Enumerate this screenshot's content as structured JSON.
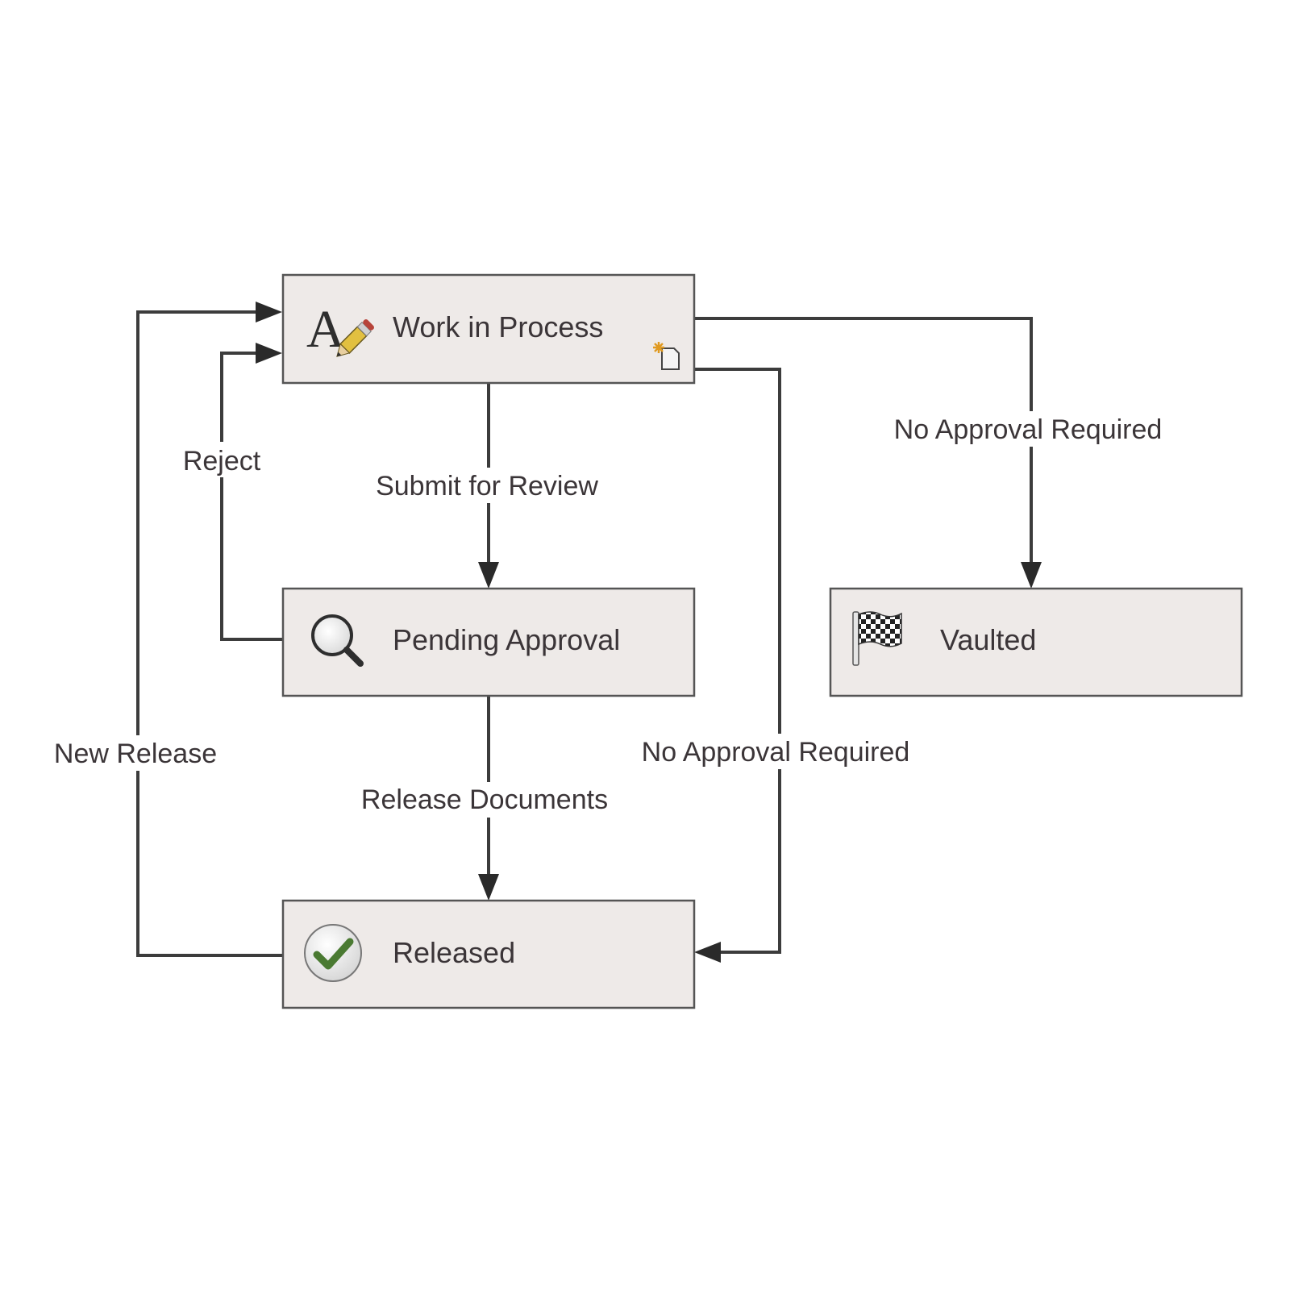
{
  "diagram": {
    "type": "state-workflow",
    "states": {
      "wip": {
        "label": "Work in Process",
        "icon": "text-edit-pencil-icon",
        "badge_icon": "new-document-icon",
        "is_initial": true
      },
      "pending": {
        "label": "Pending Approval",
        "icon": "magnifier-icon"
      },
      "released": {
        "label": "Released",
        "icon": "checkmark-circle-icon"
      },
      "vaulted": {
        "label": "Vaulted",
        "icon": "checkered-flag-icon"
      }
    },
    "transitions": {
      "submit": {
        "label": "Submit for Review",
        "from": "Work in Process",
        "to": "Pending Approval"
      },
      "reject": {
        "label": "Reject",
        "from": "Pending Approval",
        "to": "Work in Process"
      },
      "release_docs": {
        "label": "Release Documents",
        "from": "Pending Approval",
        "to": "Released"
      },
      "new_release": {
        "label": "New Release",
        "from": "Released",
        "to": "Work in Process"
      },
      "no_approval_released": {
        "label": "No Approval Required",
        "from": "Work in Process",
        "to": "Released"
      },
      "no_approval_vaulted": {
        "label": "No Approval Required",
        "from": "Work in Process",
        "to": "Vaulted"
      }
    },
    "colors": {
      "node_fill": "#eeeae8",
      "node_border": "#555555",
      "edge": "#3c3c3c",
      "text": "#3b3538",
      "check_green": "#4a7a32"
    }
  }
}
